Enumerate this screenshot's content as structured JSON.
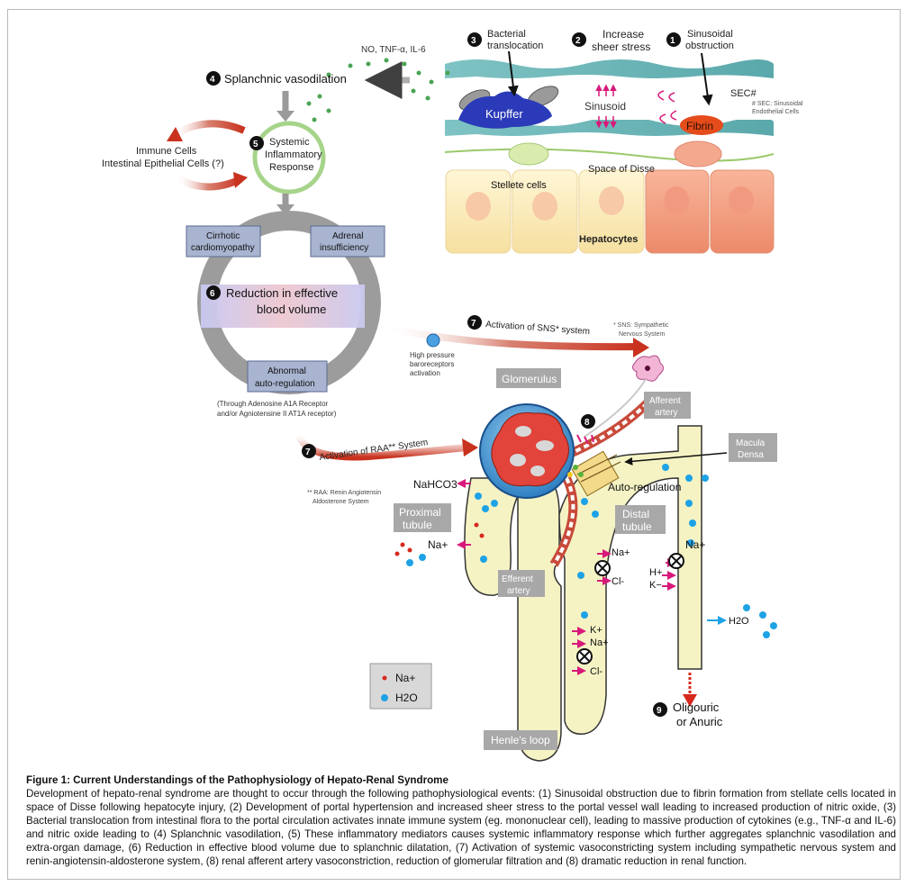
{
  "labels": {
    "no_tnf": "NO, TNF-α, IL-6",
    "sinusoidal_obstruction_line1": "Sinusoidal",
    "sinusoidal_obstruction_line2": "obstruction",
    "increase_line1": "Increase",
    "increase_line2": "sheer stress",
    "bacterial_line1": "Bacterial",
    "bacterial_line2": "translocation",
    "splanchnic": "Splanchnic vasodilation",
    "sec": "SEC#",
    "sec_note_line1": "# SEC: Sinusoidal",
    "sec_note_line2": "Endothelial Cells",
    "sinusoid": "Sinusoid",
    "kupffer": "Kupffer",
    "fibrin": "Fibrin",
    "space_of_disse": "Space of Disse",
    "stellete": "Stellete cells",
    "hepatocytes": "Hepatocytes",
    "systemic_line1": "Systemic",
    "systemic_line2": "Inflammatory",
    "systemic_line3": "Response",
    "immune_line1": "Immune Cells",
    "immune_line2": "Intestinal Epithelial Cells (?)",
    "cirrhotic_line1": "Cirrhotic",
    "cirrhotic_line2": "cardiomyopathy",
    "adrenal_line1": "Adrenal",
    "adrenal_line2": "insufficiency",
    "reduction_line1": "Reduction in effective",
    "reduction_line2": "blood volume",
    "abnormal_line1": "Abnormal",
    "abnormal_line2": "auto-regulation",
    "adenosine_line1": "(Through Adenosine A1A Receptor",
    "adenosine_line2": "and/or Agniotensine II AT1A receptor)",
    "sns_activation": "Activation of SNS* system",
    "sns_note_line1": "* SNS: Sympathetic",
    "sns_note_line2": "Nervous System",
    "baro_line1": "High pressure",
    "baro_line2": "baroreceptors",
    "baro_line3": "activation",
    "raa_activation": "Activation of RAA** System",
    "raa_note_line1": "** RAA: Renin Angiotensin",
    "raa_note_line2": "Aldosterone System",
    "glomerulus": "Glomerulus",
    "afferent_line1": "Afferent",
    "afferent_line2": "artery",
    "macula_line1": "Macula",
    "macula_line2": "Densa",
    "auto_regulation": "Auto-regulation",
    "nahco3": "NaHCO3",
    "proximal_line1": "Proximal",
    "proximal_line2": "tubule",
    "distal_line1": "Distal",
    "distal_line2": "tubule",
    "na_plus": "Na+",
    "cl_minus": "Cl-",
    "k_plus": "K+",
    "h_plus": "H+",
    "k_minus": "K−",
    "h2o": "H2O",
    "efferent_line1": "Efferent",
    "efferent_line2": "artery",
    "henle": "Henle's loop",
    "oliguric_line1": "Oligouric",
    "oliguric_line2": "or Anuric",
    "legend_na": "Na+",
    "legend_h2o": "H2O"
  },
  "steps": [
    "1",
    "2",
    "3",
    "4",
    "5",
    "6",
    "7",
    "7",
    "8",
    "9"
  ],
  "caption": {
    "title": "Figure 1: Current Understandings of the Pathophysiology of Hepato-Renal Syndrome",
    "body": "Development of hepato-renal syndrome are thought to occur through the following pathophysiological events: (1) Sinusoidal obstruction due to fibrin formation from stellate cells located in space of Disse following hepatocyte injury, (2) Development of portal hypertension and increased sheer stress to the portal vessel wall leading to increased production of nitric oxide, (3) Bacterial translocation from intestinal flora to the portal circulation activates innate immune system (eg. mononuclear cell), leading to massive production of cytokines (e.g., TNF-α and IL-6) and nitric oxide leading to (4) Splanchnic vasodilation, (5) These inflammatory mediators causes systemic inflammatory response which further aggregates splanchnic vasodilation and extra-organ damage, (6) Reduction in effective blood volume due to splanchnic dilatation, (7) Activation of systemic vasoconstricting system including sympathetic nervous system and renin-angiotensin-aldosterone system, (8) renal afferent artery vasoconstriction, reduction of glomerular filtration and (8) dramatic reduction in renal function."
  },
  "colors": {
    "arrow_red": "#c8321e",
    "badge": "#111111",
    "box_fill": "#a8b4d0",
    "ring": "#9c9c9c",
    "tubule": "#f5f3c4",
    "blue_dot": "#1ea2e6",
    "red_dot": "#d7281e",
    "magenta": "#d8197a"
  }
}
